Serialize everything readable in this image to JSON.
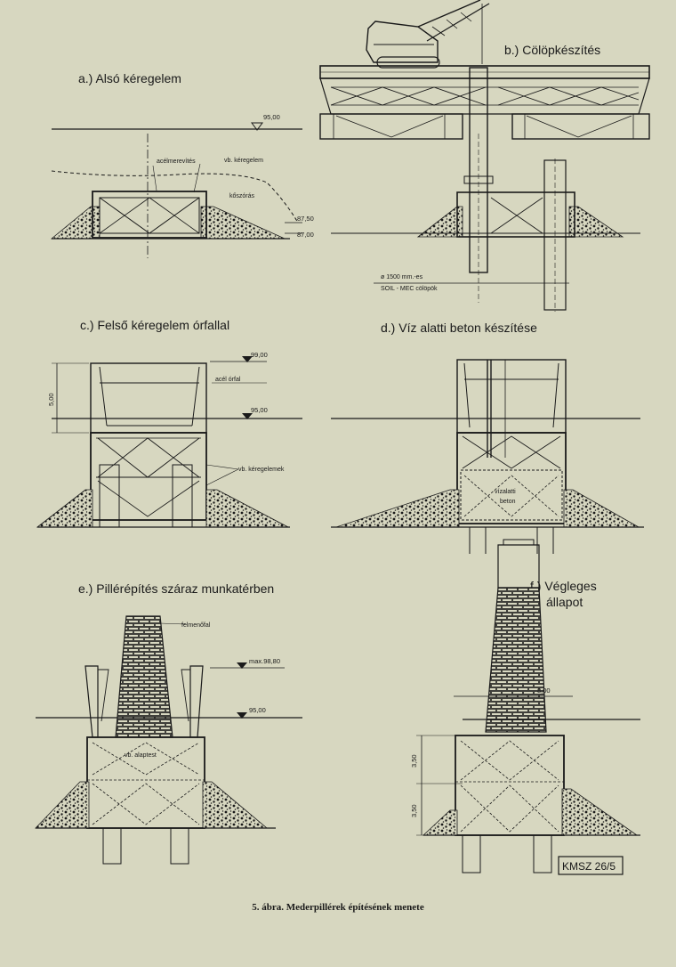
{
  "caption": "5. ábra. Mederpillérek építésének menete",
  "stamp": "KMSZ 26/5",
  "panels": {
    "a": {
      "title": "a.)  Alsó kéregelem",
      "labels": {
        "stiffener": "acélmerevítés",
        "shell": "vb. kéregelem",
        "gravel": "kőszórás"
      },
      "levels": {
        "water": "95,00",
        "l1": "87,50",
        "l2": "87,00"
      }
    },
    "b": {
      "title": "b.) Cölöpkészítés",
      "labels": {
        "pile1": "ø 1500 mm.-es",
        "pile2": "SOIL - MEC cölöpök"
      }
    },
    "c": {
      "title": "c.) Felső kéregelem órfallal",
      "labels": {
        "wall": "acél órfal",
        "shells": "vb. kéregelemek"
      },
      "levels": {
        "top": "99,00",
        "water": "95,00"
      },
      "dims": {
        "height": "5,00"
      }
    },
    "d": {
      "title": "d.) Víz alatti beton készítése",
      "labels": {
        "concrete1": "vízalatti",
        "concrete2": "beton"
      }
    },
    "e": {
      "title": "e.) Pillérépítés  száraz  munkatérben",
      "labels": {
        "formwork": "felmenőfal",
        "base": "vb. alaptest"
      },
      "levels": {
        "max": "max.98,80",
        "water": "95,00"
      }
    },
    "f": {
      "title1": "f.) Végleges",
      "title2": "állapot",
      "dims": {
        "width": "8,00",
        "h1": "3,50",
        "h2": "3,50"
      }
    }
  },
  "colors": {
    "background": "#d7d7c0",
    "ink": "#1a1a1a"
  }
}
